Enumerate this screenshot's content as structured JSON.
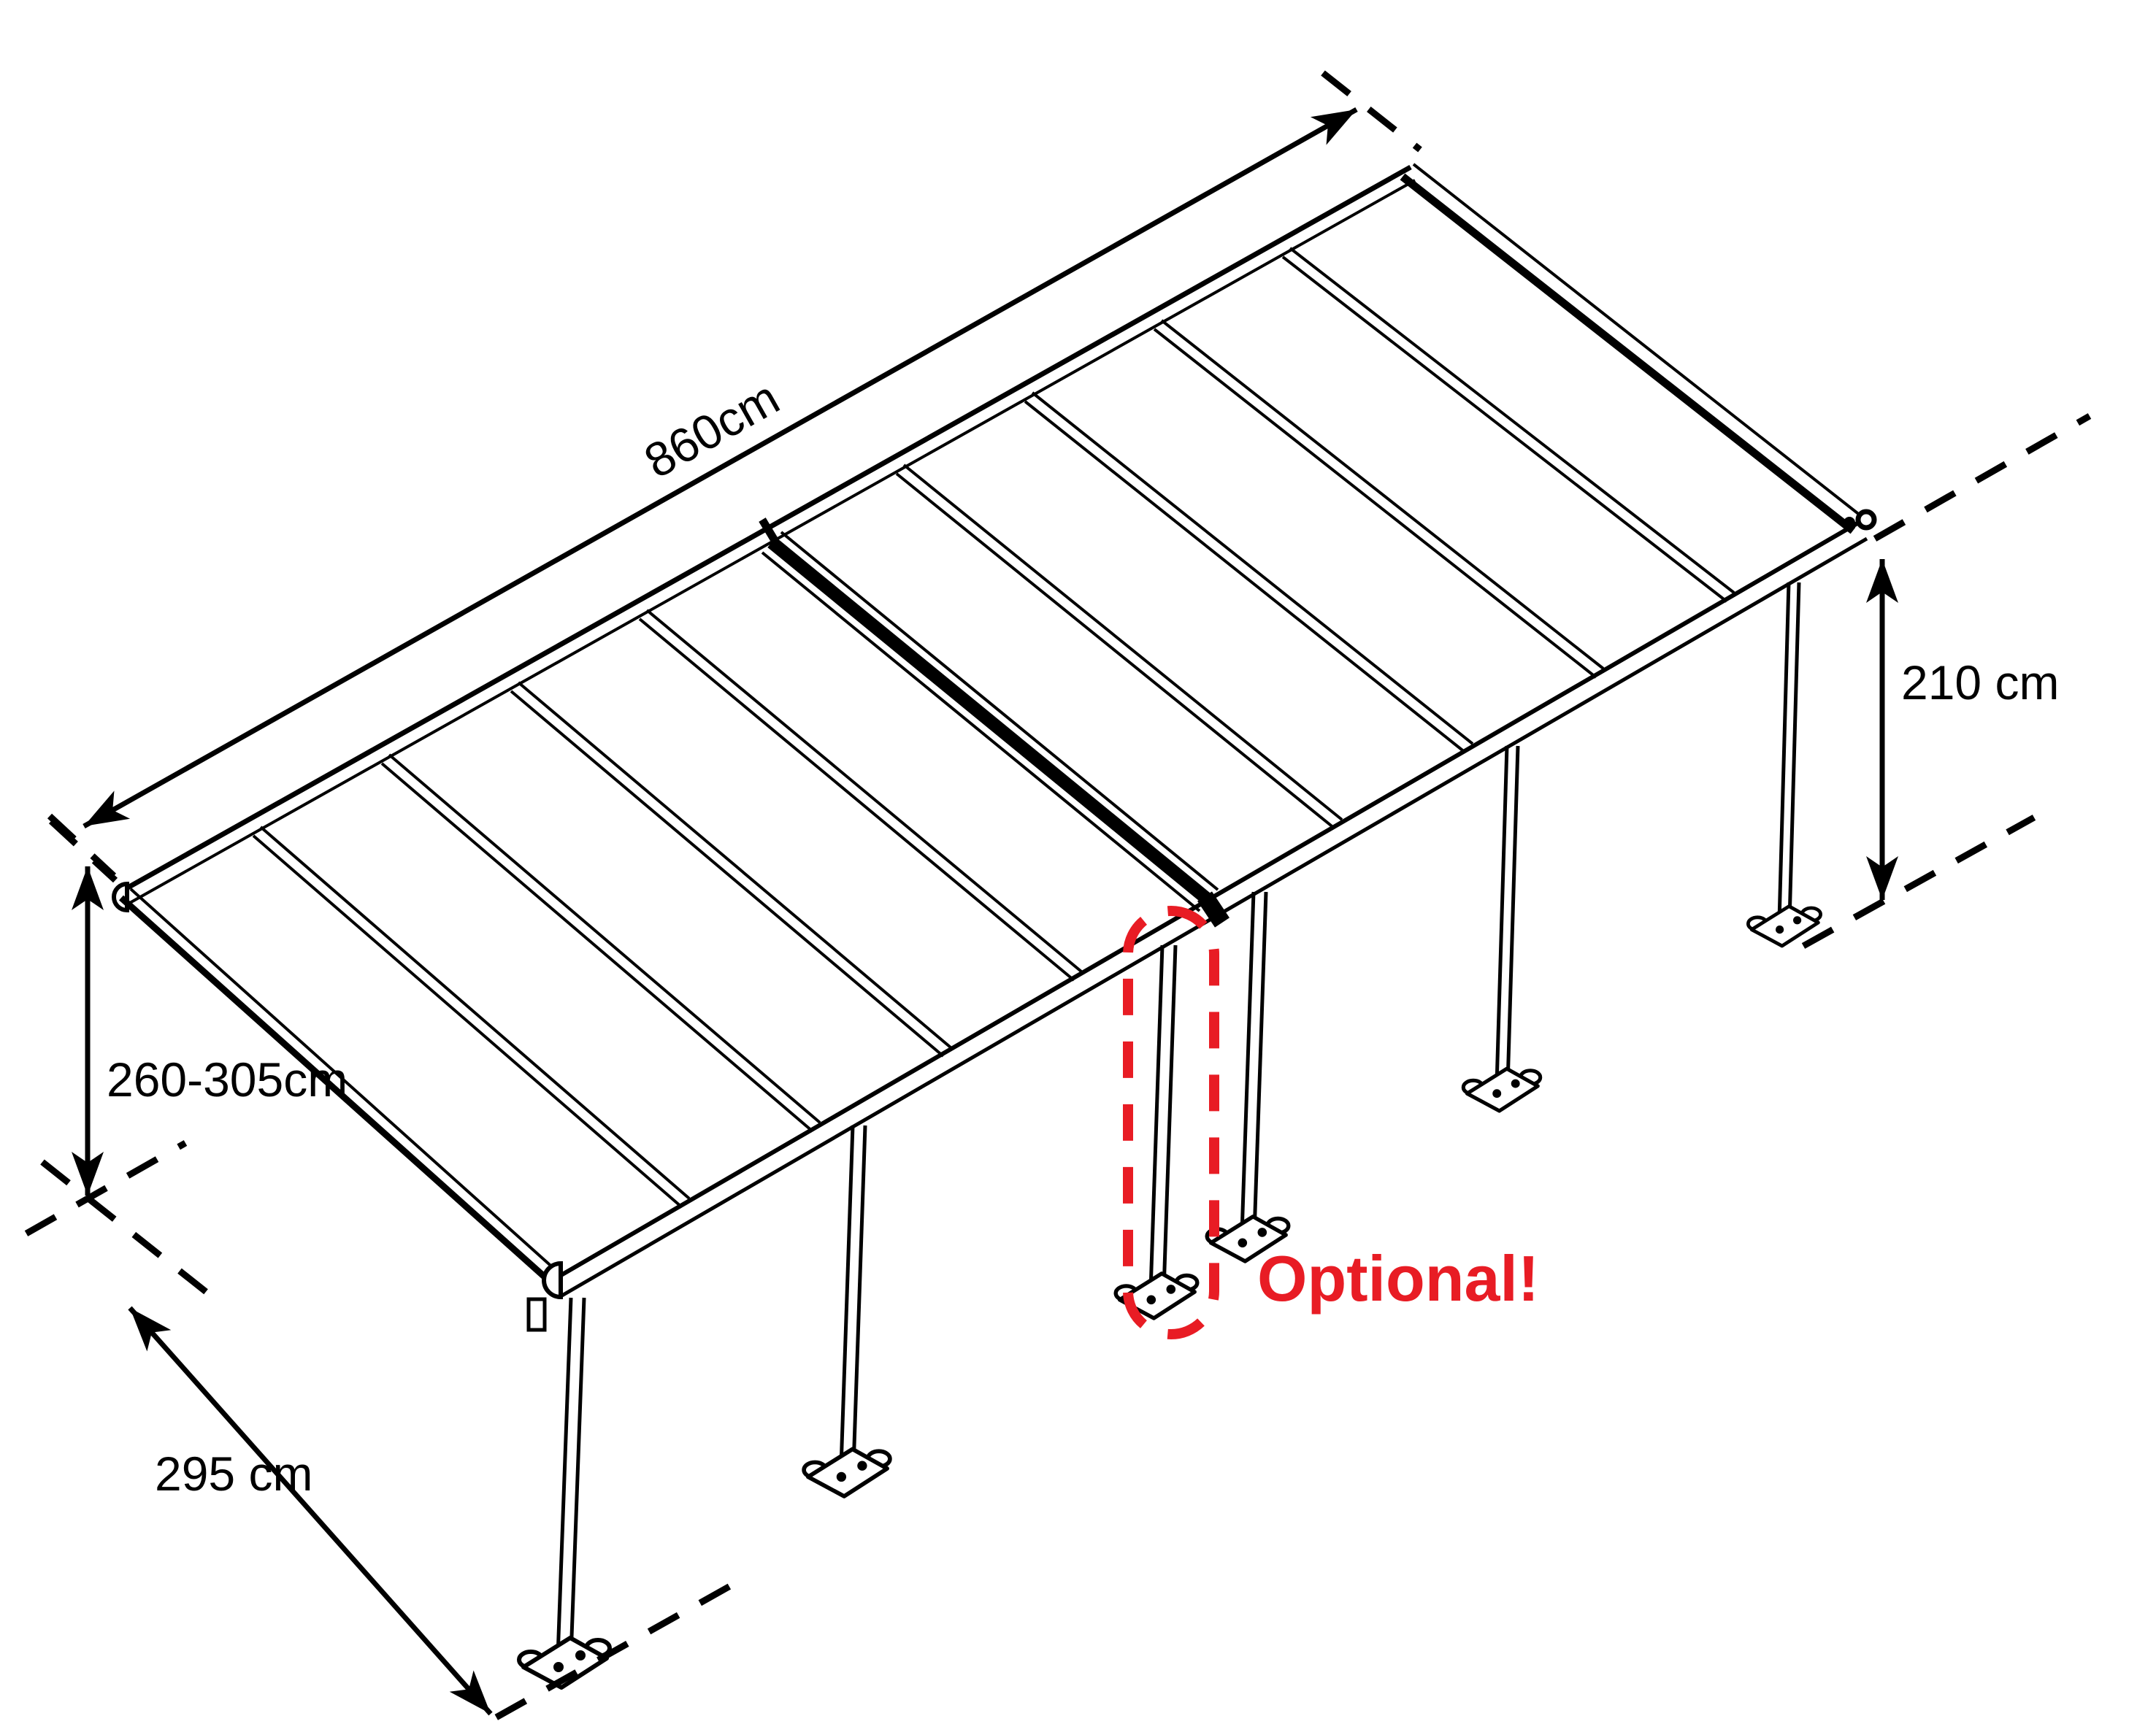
{
  "diagram": {
    "colors": {
      "line": "#000000",
      "accent_red": "#e81c24",
      "background": "#ffffff"
    },
    "dimensions": {
      "length": {
        "label": "860cm"
      },
      "front_height": {
        "label": "210 cm"
      },
      "wall_height": {
        "label": "260-305cm"
      },
      "depth": {
        "label": "295 cm"
      }
    },
    "callout": {
      "optional_label": "Optional!"
    }
  }
}
